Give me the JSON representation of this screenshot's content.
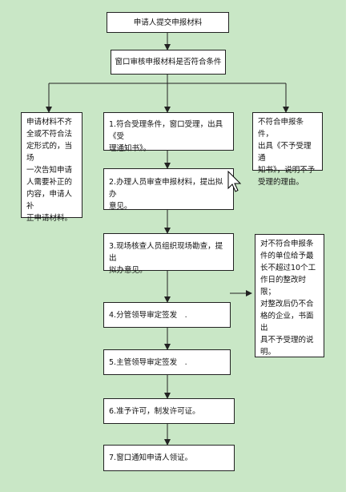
{
  "flowchart": {
    "nodes": {
      "submit": "申请人提交申报材料",
      "review": "窗口审核申报材料是否符合条件",
      "incomplete": "申请材料不齐\n全或不符合法\n定形式的，当场\n一次告知申请\n人需要补正的\n内容，申请人补\n正申请材料。",
      "step1": "1.符合受理条件，窗口受理，出具《受\n理通知书》。",
      "reject": "不符合申报条件，\n出具《不予受理通\n知书》，说明不予\n受理的理由。",
      "step2": "2.办理人员审查申报材料，提出拟办\n意见。",
      "step3": "3.现场核查人员组织现场勘查，提出\n拟办意见。",
      "rectify": "对不符合申报条\n件的单位给予最\n长不超过10个工\n作日的整改时限；\n对整改后仍不合\n格的企业，书面出\n具不予受理的说\n明。",
      "step4": "4.分管领导审定签发　.",
      "step5": "5.主管领导审定签发　.",
      "step6": "6.准予许可，制发许可证。",
      "step7": "7.窗口通知申请人领证。"
    }
  }
}
